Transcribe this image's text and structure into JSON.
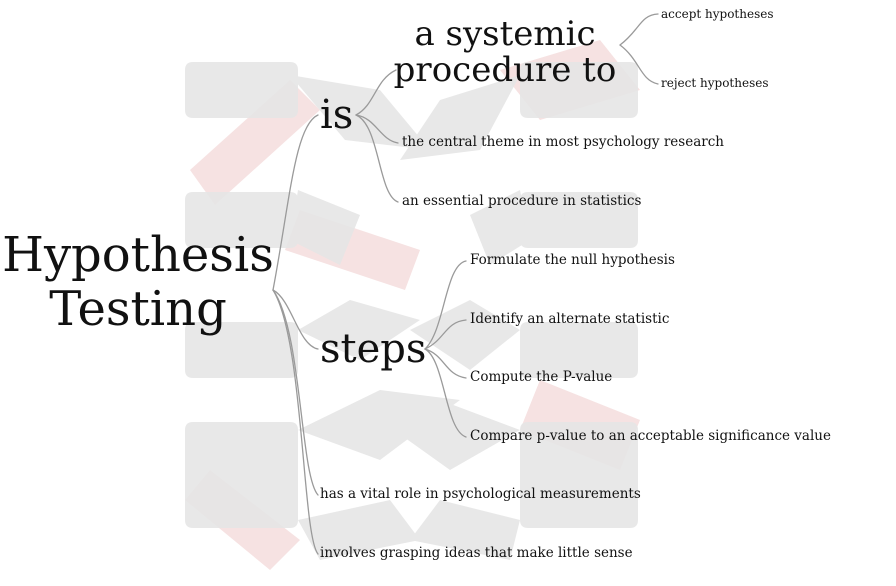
{
  "root": {
    "line1": "Hypothesis",
    "line2": "Testing"
  },
  "branches": {
    "is": {
      "label": "is",
      "procedure": {
        "line1": "a systemic",
        "line2": "procedure to",
        "children": [
          "accept hypotheses",
          "reject hypotheses"
        ]
      },
      "children": [
        "the central theme in most psychology research",
        "an essential procedure in statistics"
      ]
    },
    "steps": {
      "label": "steps",
      "children": [
        "Formulate the null hypothesis",
        "Identify an alternate statistic",
        "Compute the P-value",
        "Compare p-value to an acceptable significance value"
      ]
    },
    "extra": [
      "has a vital role in psychological measurements",
      "involves grasping ideas that make little sense"
    ]
  },
  "colors": {
    "text": "#111111",
    "connector": "#9a9a9a",
    "watermark_gray": "#e2e2e2",
    "watermark_pink": "#f6dcdc"
  }
}
